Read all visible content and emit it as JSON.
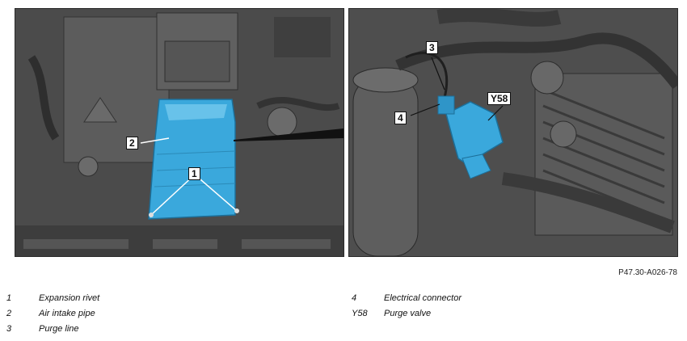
{
  "figure_reference": "P47.30-A026-78",
  "callouts": {
    "c1": "1",
    "c2": "2",
    "c3": "3",
    "c4": "4",
    "y58": "Y58"
  },
  "legend": [
    {
      "number": "1",
      "text": "Expansion rivet"
    },
    {
      "number": "2",
      "text": "Air intake pipe"
    },
    {
      "number": "3",
      "text": "Purge line"
    },
    {
      "number": "4",
      "text": "Electrical connector"
    },
    {
      "number": "Y58",
      "text": "Purge valve"
    }
  ],
  "colors": {
    "highlight": "#3aa8dc",
    "engine_gray": "#555555"
  }
}
